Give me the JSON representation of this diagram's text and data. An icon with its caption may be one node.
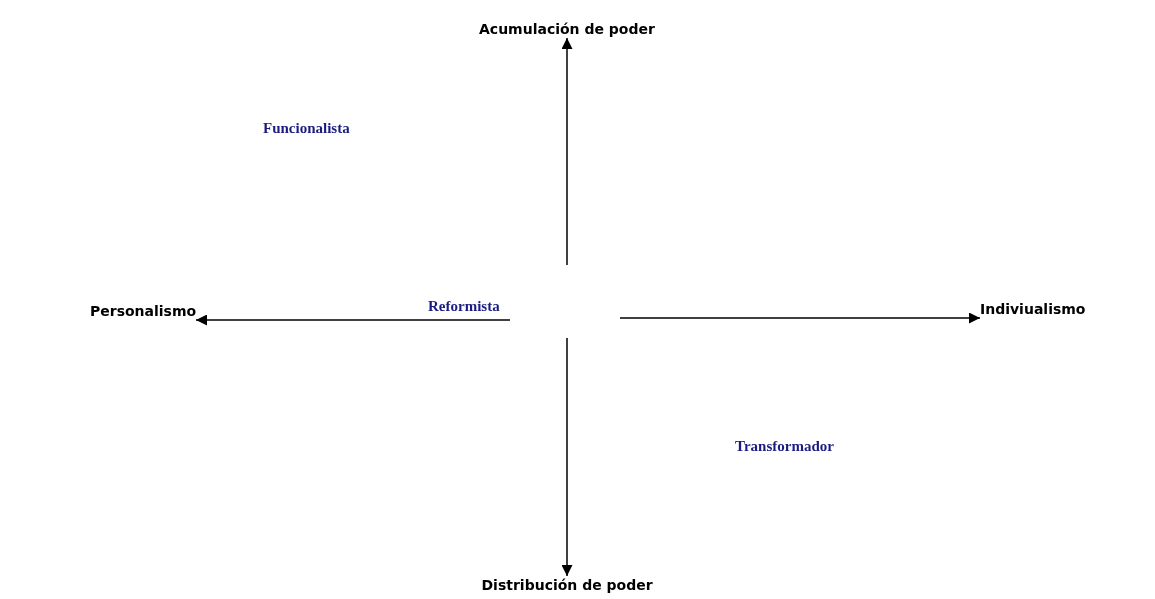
{
  "diagram": {
    "nodes": [
      {
        "text": [
          "Acumulación de poder"
        ]
      },
      {
        "text": [
          "Personalismo"
        ]
      },
      {
        "text": [
          "Indiviualismo"
        ]
      },
      {
        "text": [
          "Distribución de poder"
        ]
      }
    ],
    "edges": [
      {
        "from": null,
        "to": 0,
        "arrow": "to"
      },
      {
        "from": null,
        "to": 1,
        "arrow": "to"
      },
      {
        "from": null,
        "to": 2,
        "arrow": "to"
      },
      {
        "from": null,
        "to": 3,
        "arrow": "to"
      }
    ],
    "labels": [
      "Funcionalista",
      "Reformista",
      "Transformador"
    ]
  }
}
